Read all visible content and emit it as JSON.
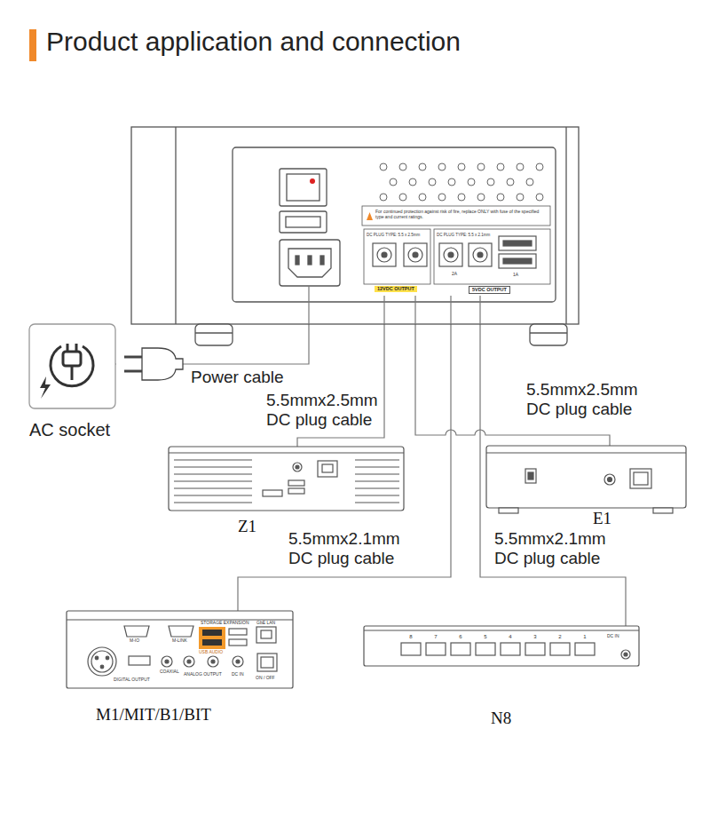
{
  "diagram": {
    "title": "Product application and connection",
    "nodes": [
      {
        "text": [
          "For continued protection against risk of fire, replace ONLY with fuse of the specified type and current ratings.",
          "DC PLUG TYPE: 5.5 x 2.5mm",
          "DC PLUG TYPE: 5.5 x 2.1mm",
          "2A",
          "1A",
          "12VDC OUTPUT",
          "5VDC OUTPUT"
        ]
      },
      {
        "text": [
          "AC socket"
        ]
      },
      {
        "text": [
          "Z1"
        ]
      },
      {
        "text": [
          "E1"
        ]
      },
      {
        "text": [
          "M1/MIT/B1/BIT",
          "M-IO",
          "M-LINK",
          "STORAGE EXPANSION",
          "GbE LAN",
          "USB AUDIO",
          "DIGITAL OUTPUT",
          "COAXIAL",
          "ANALOG OUTPUT",
          "DC IN",
          "ON / OFF"
        ]
      },
      {
        "text": [
          "N8",
          "8",
          "7",
          "6",
          "5",
          "4",
          "3",
          "2",
          "1",
          "DC IN"
        ]
      }
    ],
    "edges": [
      {
        "from": 1,
        "to": 0,
        "arrow": "none",
        "label": "Power cable"
      },
      {
        "from": 0,
        "to": 2,
        "arrow": "none",
        "label": "5.5mmx2.5mm DC plug cable"
      },
      {
        "from": 0,
        "to": 3,
        "arrow": "none",
        "label": "5.5mmx2.5mm DC plug cable"
      },
      {
        "from": 0,
        "to": 4,
        "arrow": "none",
        "label": "5.5mmx2.1mm DC plug cable"
      },
      {
        "from": 0,
        "to": 5,
        "arrow": "none",
        "label": "5.5mmx2.1mm DC plug cable"
      }
    ]
  }
}
